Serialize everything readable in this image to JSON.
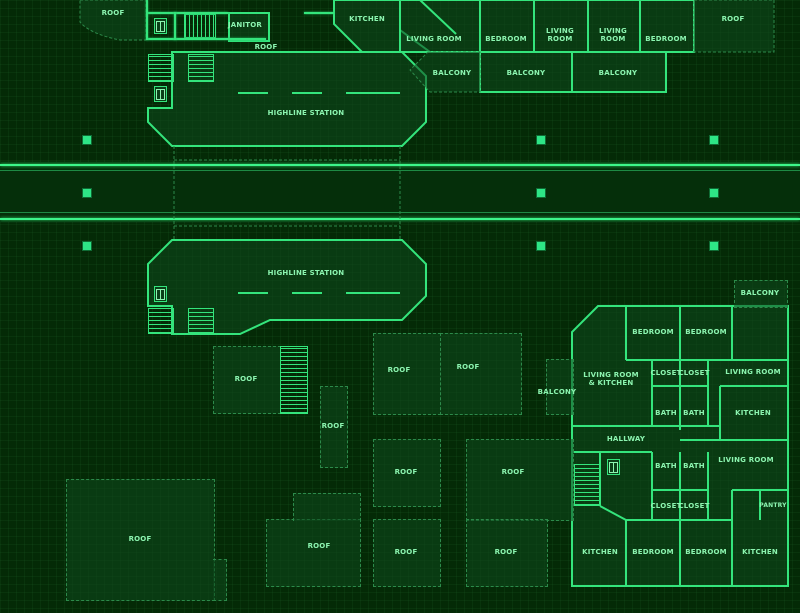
{
  "labels": {
    "roof": "ROOF",
    "janitor": "JANITOR",
    "kitchen": "KITCHEN",
    "living_room": "LIVING ROOM",
    "living_room_stacked": "LIVING\nROOM",
    "bedroom": "BEDROOM",
    "balcony": "BALCONY",
    "highline_station": "HIGHLINE STATION",
    "living_room_kitchen": "LIVING ROOM\n& KITCHEN",
    "closet": "CLOSET",
    "bath": "BATH",
    "hallway": "HALLWAY",
    "pantry": "PANTRY"
  },
  "colors": {
    "background": "#042a06",
    "wall": "#34e57c",
    "road": "#3df58a",
    "label": "#8cf5b0",
    "pillar": "#2ee586"
  }
}
